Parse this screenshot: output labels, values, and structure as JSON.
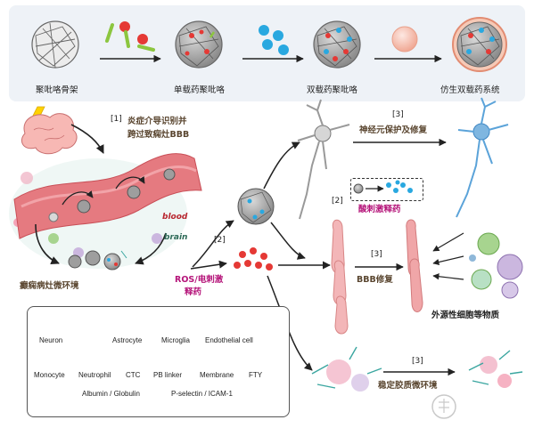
{
  "colors": {
    "panel": "#eef2f7",
    "blood": "#e06a72",
    "neuron": "#7fb6e0",
    "astro": "#3aa6a0",
    "red": "#e53935",
    "blue": "#29a8e0",
    "green": "#8cc63f",
    "brown": "#5a4630",
    "magenta": "#b5157a"
  },
  "top": {
    "stages": [
      "聚吡咯骨架",
      "单载药聚吡咯",
      "双载药聚吡咯",
      "仿生双载药系统"
    ]
  },
  "steps": {
    "s1": {
      "num": "[1]",
      "line1": "炎症介导识别并",
      "line2": "跨过致痫灶BBB"
    },
    "blood": "blood",
    "brain": "brain",
    "micro": "癫痫病灶微环境",
    "s2a": {
      "num": "[2]"
    },
    "ros": {
      "line1": "ROS/电刺激",
      "line2": "释药"
    },
    "s2b": {
      "num": "[2]",
      "text": "酸刺激释药"
    },
    "s3a": {
      "num": "[3]",
      "text": "神经元保护及修复"
    },
    "s3b": {
      "num": "[3]",
      "text": "BBB修复"
    },
    "exo": "外源性细胞等物质",
    "s3c": {
      "num": "[3]",
      "text": "稳定胶质微环境"
    }
  },
  "legend": {
    "row1": [
      "Neuron",
      "Astrocyte",
      "Microglia",
      "Endothelial cell"
    ],
    "row2": [
      "Monocyte",
      "Neutrophil",
      "CTC",
      "PB linker",
      "Membrane",
      "FTY"
    ],
    "row3": [
      "Albumin / Globulin",
      "P-selectin / ICAM-1"
    ]
  },
  "icons": [
    "lightning-icon",
    "brain-icon",
    "watermark-logo"
  ]
}
